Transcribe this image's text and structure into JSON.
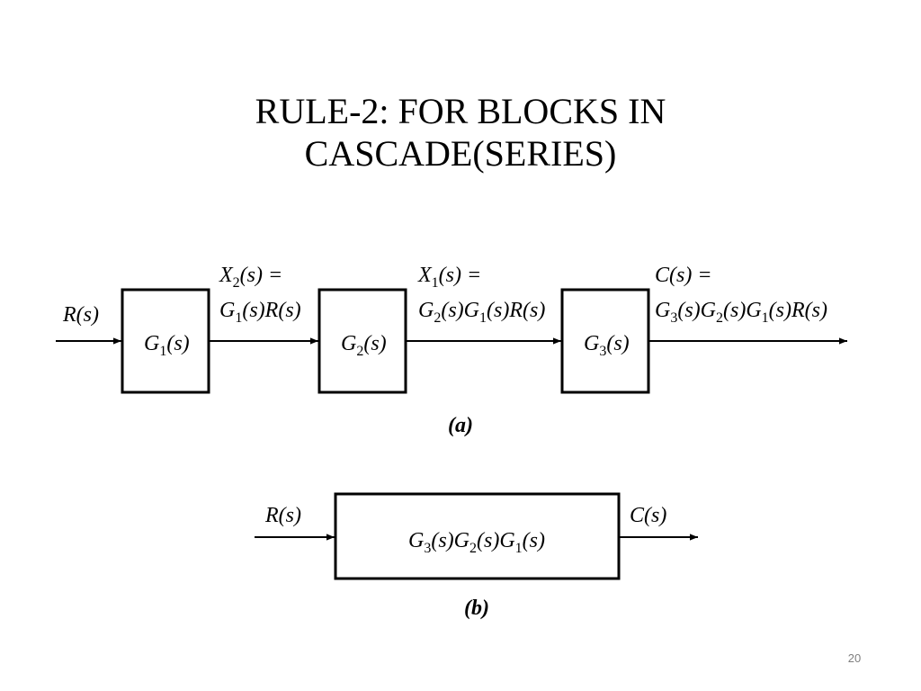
{
  "slide": {
    "title_line1": "RULE-2: FOR BLOCKS IN",
    "title_line2": "CASCADE(SERIES)",
    "page_number": "20"
  },
  "diagram_a": {
    "caption": "(a)",
    "input_label": "R(s)",
    "blocks": [
      {
        "name": "G",
        "sub": "1",
        "arg": "(s)"
      },
      {
        "name": "G",
        "sub": "2",
        "arg": "(s)"
      },
      {
        "name": "G",
        "sub": "3",
        "arg": "(s)"
      }
    ],
    "signals": [
      {
        "line1": [
          {
            "t": "X"
          },
          {
            "t": "2",
            "sub": true
          },
          {
            "t": "(s) ="
          }
        ],
        "line2": [
          {
            "t": "G"
          },
          {
            "t": "1",
            "sub": true
          },
          {
            "t": "(s)R(s)"
          }
        ]
      },
      {
        "line1": [
          {
            "t": "X"
          },
          {
            "t": "1",
            "sub": true
          },
          {
            "t": "(s) ="
          }
        ],
        "line2": [
          {
            "t": "G"
          },
          {
            "t": "2",
            "sub": true
          },
          {
            "t": "(s)G"
          },
          {
            "t": "1",
            "sub": true
          },
          {
            "t": "(s)R(s)"
          }
        ]
      },
      {
        "line1": [
          {
            "t": "C(s) ="
          }
        ],
        "line2": [
          {
            "t": "G"
          },
          {
            "t": "3",
            "sub": true
          },
          {
            "t": "(s)G"
          },
          {
            "t": "2",
            "sub": true
          },
          {
            "t": "(s)G"
          },
          {
            "t": "1",
            "sub": true
          },
          {
            "t": "(s)R(s)"
          }
        ]
      }
    ]
  },
  "diagram_b": {
    "caption": "(b)",
    "input_label": "R(s)",
    "output_label": "C(s)",
    "block": [
      {
        "t": "G"
      },
      {
        "t": "3",
        "sub": true
      },
      {
        "t": "(s)G"
      },
      {
        "t": "2",
        "sub": true
      },
      {
        "t": "(s)G"
      },
      {
        "t": "1",
        "sub": true
      },
      {
        "t": "(s)"
      }
    ]
  }
}
